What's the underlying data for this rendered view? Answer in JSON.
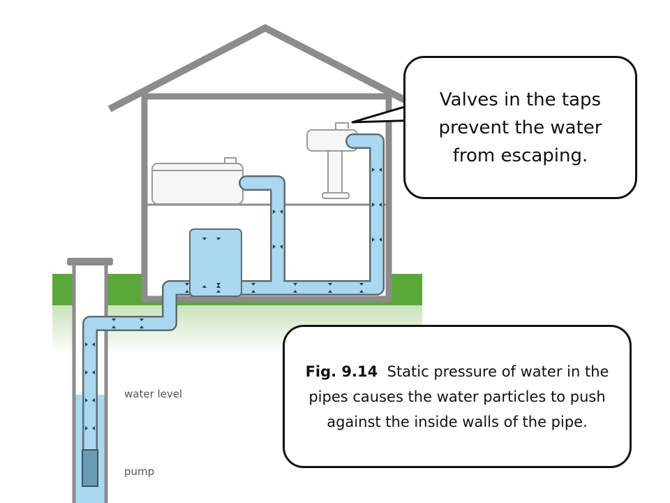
{
  "colors": {
    "ground": "#5aa83a",
    "groundLight": "#c9e3bb",
    "house": "#8c8c8c",
    "water": "#a9d8f0",
    "pipe": "#5e6b73",
    "pump": "#6a9bb4",
    "bubbleBorder": "#111111"
  },
  "labels": {
    "water_level": "water level",
    "pump": "pump"
  },
  "bubbles": {
    "valves_text": "Valves in the taps prevent the water from escaping.",
    "caption_fig": "Fig. 9.14",
    "caption_text": "Static pressure of water in the pipes causes the water particles to push against the inside walls of the pipe."
  },
  "icons": [
    "house-outline",
    "bathtub-icon",
    "sink-icon",
    "water-tank-icon",
    "well-pump-icon",
    "pressure-arrow-icon"
  ]
}
